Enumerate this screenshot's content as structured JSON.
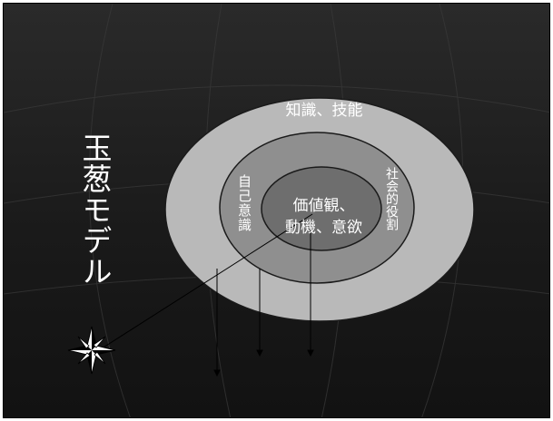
{
  "slide": {
    "title": "玉葱モデル",
    "layers": {
      "outer": "知識、技能",
      "middle_left": "自己意識",
      "middle_right": "社会的役割",
      "core_line1": "価値観、",
      "core_line2": "動機、意欲"
    },
    "icon": "compass-star-icon",
    "colors": {
      "background": "#1c1c1c",
      "outer_ring": "#b8b8b8",
      "middle_ring": "#8e8e8e",
      "core": "#6d6d6d",
      "text": "#ffffff"
    }
  }
}
